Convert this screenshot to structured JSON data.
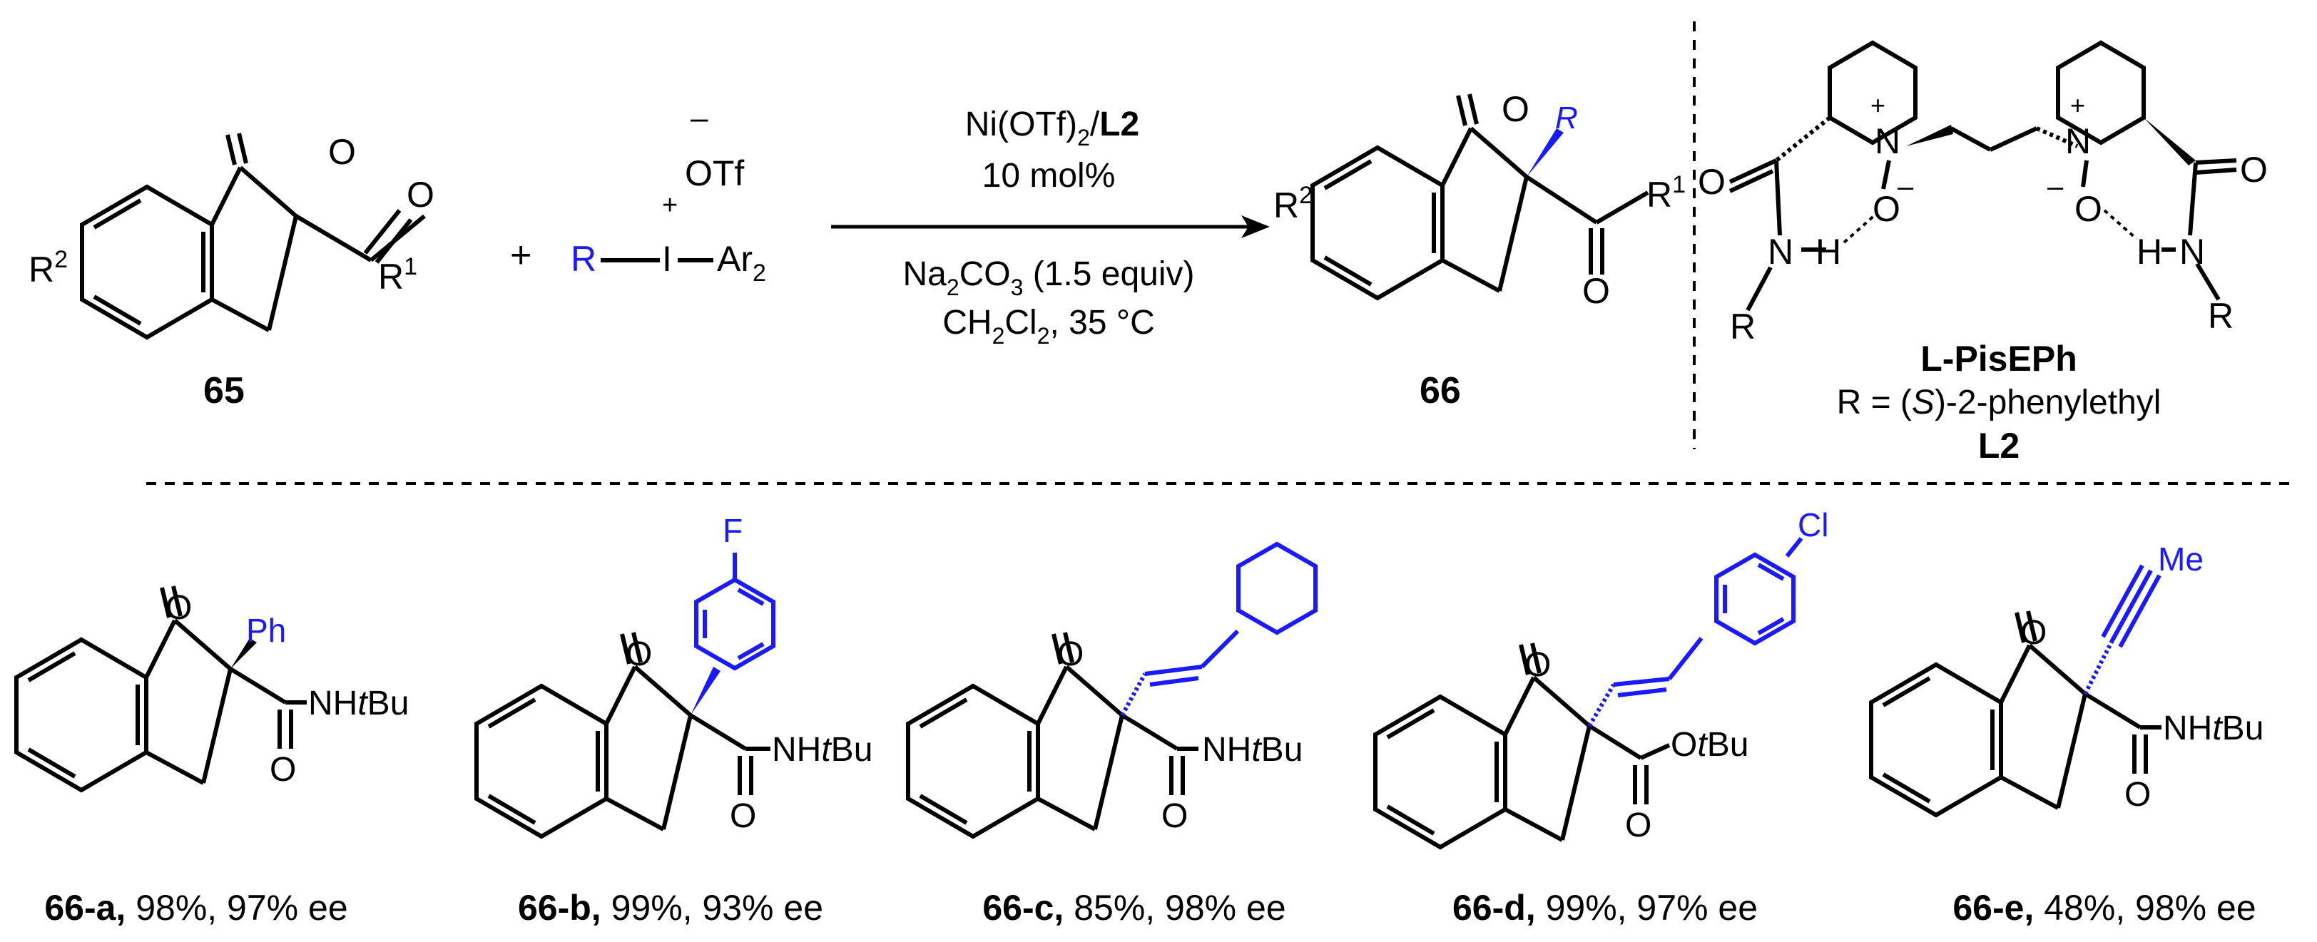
{
  "scheme": {
    "compound_start": "65",
    "compound_product": "66",
    "plus": "+",
    "reagent": {
      "r": "R",
      "i": "I",
      "ar": "Ar",
      "ar_sub": "2",
      "plus_charge": "+",
      "minus_charge": "–",
      "otf": "OTf"
    },
    "r_groups": {
      "r1": "R",
      "r1_sup": "1",
      "r2": "R",
      "r2_sup": "2"
    },
    "conditions": {
      "catalyst_pre": "Ni(OTf)",
      "catalyst_sub": "2",
      "catalyst_slash": "/",
      "catalyst_ligand": "L2",
      "loading": "10 mol%",
      "base_pre": "Na",
      "base_sub1": "2",
      "base_mid": "CO",
      "base_sub2": "3",
      "base_post": " (1.5 equiv)",
      "solvent_a": "CH",
      "solvent_sub1": "2",
      "solvent_b": "Cl",
      "solvent_sub2": "2",
      "solvent_post": ", 35 °C"
    },
    "ligand": {
      "name": "L-PisEPh",
      "definition_pre": "R = (",
      "definition_s": "S",
      "definition_post": ")-2-phenylethyl",
      "code": "L2",
      "labels": {
        "o": "O",
        "n": "N",
        "h": "H",
        "r": "R",
        "plus": "+",
        "minus": "–"
      }
    }
  },
  "atom_labels": {
    "o": "O",
    "ph": "Ph",
    "f": "F",
    "cl": "Cl",
    "me": "Me",
    "nh": "NH",
    "t": "t",
    "bu": "Bu"
  },
  "examples": [
    {
      "id": "66-a,",
      "result": " 98%, 97% ee"
    },
    {
      "id": "66-b,",
      "result": " 99%, 93% ee"
    },
    {
      "id": "66-c,",
      "result": " 85%, 98% ee"
    },
    {
      "id": "66-d,",
      "result": " 99%, 97% ee"
    },
    {
      "id": "66-e,",
      "result": " 48%, 98% ee"
    }
  ],
  "colors": {
    "highlight": "#1a1aff",
    "ink": "#000000"
  }
}
